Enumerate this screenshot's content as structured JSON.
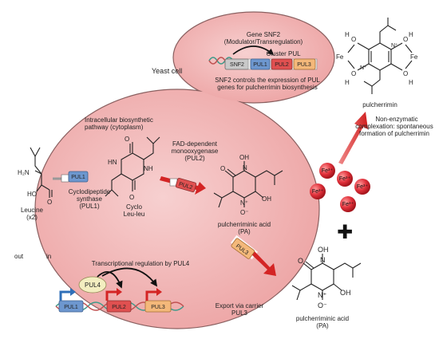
{
  "labels": {
    "yeast_cell": "Yeast cell",
    "gene_snf2_line1": "Gene SNF2",
    "gene_snf2_line2": "(Modulator/Transregulation)",
    "cluster_pul": "Cluster PUL",
    "snf2_controls_line1": "SNF2 controls the expression of PUL",
    "snf2_controls_line2": "genes for pulcherrimin biosynthesis",
    "intracellular_line1": "Intracellular biosynthetic",
    "intracellular_line2": "pathway (cytoplasm)",
    "leucine": "Leucine",
    "leucine_count": "(x2)",
    "cyclodipeptide_line1": "Cyclodipeptide",
    "cyclodipeptide_line2": "synthase",
    "cyclodipeptide_line3": "(PUL1)",
    "cyclo_line1": "Cyclo",
    "cyclo_line2": "Leu-leu",
    "fad_line1": "FAD-dependent",
    "fad_line2": "monooxygenase",
    "fad_line3": "(PUL2)",
    "pa_inside_line1": "pulcherriminic acid",
    "pa_inside_line2": "(PA)",
    "pulcherrimin": "pulcherrimin",
    "nonenz_line1": "Non-enzymatic",
    "nonenz_line2": "complexation: spontaneous",
    "nonenz_line3": "formation of pulcherrimin",
    "out": "out",
    "in": "in",
    "transcriptional": "Transcriptional regulation by PUL4",
    "export_line1": "Export via carrier",
    "export_line2": "PUL3",
    "pa_outside_line1": "pulcherriminic acid",
    "pa_outside_line2": "(PA)",
    "plus": "✚"
  },
  "genes": {
    "snf2": "SNF2",
    "pul1": "PUL1",
    "pul2": "PUL2",
    "pul3": "PUL3",
    "pul4": "PUL4"
  },
  "chem": {
    "h2n": "H₂N",
    "ho": "HO",
    "o": "O",
    "oh": "OH",
    "hn": "HN",
    "nh": "NH",
    "n": "N",
    "n_plus": "N⁺",
    "o_minus": "O⁻",
    "h": "H",
    "fe": "Fe",
    "fe3": "Fe³⁺"
  },
  "colors": {
    "cell_fill": "#f2b6b6",
    "cell_stroke": "#8a6060",
    "red_arrow": "#d42424",
    "pul_blue": "#6d97cf",
    "pul_red": "#e05050",
    "pul_orange": "#f4b87a",
    "snf2_grey": "#c9c9c9",
    "pul4_yellow": "#f3eec0",
    "fe_ball": "#e0303a"
  }
}
